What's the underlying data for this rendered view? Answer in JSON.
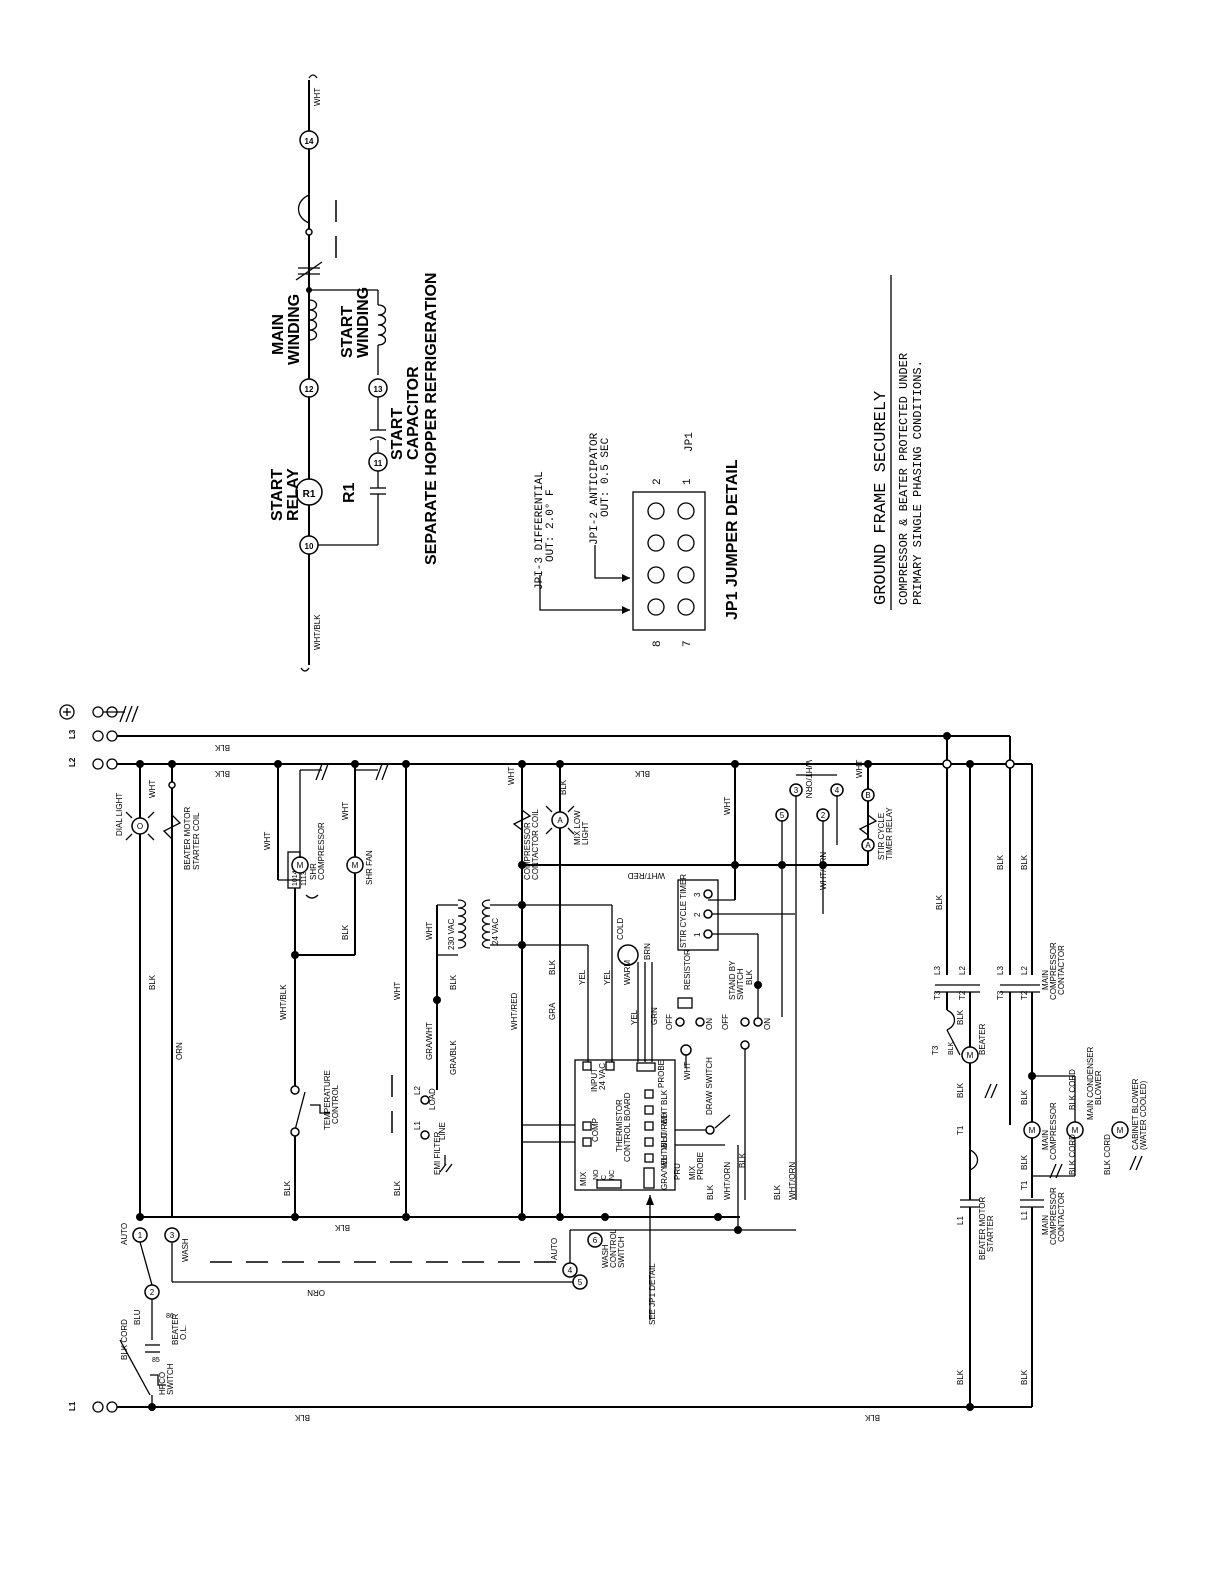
{
  "ground_notes": {
    "title": "GROUND FRAME SECURELY",
    "line1": "COMPRESSOR & BEATER PROTECTED UNDER",
    "line2": "PRIMARY SINGLE PHASING CONDITIONS."
  },
  "hopper": {
    "main_winding": [
      "MAIN",
      "WINDING"
    ],
    "start_winding": [
      "START",
      "WINDING"
    ],
    "start_relay": [
      "START",
      "RELAY"
    ],
    "start_capacitor": [
      "START",
      "CAPACITOR"
    ],
    "caption": "SEPARATE HOPPER REFRIGERATION",
    "relay_symbol": "R1",
    "relay_contact": "R1",
    "terminals": [
      "10",
      "11",
      "12",
      "13",
      "14"
    ],
    "wire_left": "WHT/BLK",
    "wire_right": "WHT"
  },
  "jumper": {
    "caption": "JP1 JUMPER DETAIL",
    "jp1_label": "JP1",
    "jp3_line1": "JPI-3 DIFFERENTIAL",
    "jp3_line2": "OUT: 2.0° F",
    "jp2_line1": "JPI-2 ANTICIPATOR",
    "jp2_line2": "OUT: 0.5 SEC",
    "pins_top": [
      "8",
      "2"
    ],
    "pins_bottom": [
      "7",
      "1"
    ]
  },
  "lines": {
    "ground": "⏚",
    "l3": "L3",
    "l2": "L2",
    "l1": "L1"
  },
  "wire_labels": {
    "blk": "BLK",
    "wht": "WHT",
    "orn": "ORN",
    "wht_blk": "WHT/BLK",
    "wht_red": "WHT/RED",
    "wht_orn": "WHT/ORN",
    "wht_orn2": "WHT/ORN",
    "gra": "GRA",
    "yel": "YEL",
    "grn": "GRN",
    "warm": "WARM",
    "brn": "BRN",
    "cold": "COLD",
    "gra_wht": "GRA/WHT",
    "gra_blk": "GRA/BLK",
    "blu": "BLU",
    "blk_cord": "BLK CORD",
    "wht_blu": "WHT/BLU",
    "gra_yel": "GRA/YEL"
  },
  "components": {
    "dial_light": "DIAL LIGHT",
    "beater_motor_starter_coil": [
      "BEATER MOTOR",
      "STARTER COIL"
    ],
    "shr_compressor": [
      "SHR",
      "COMPRESSOR"
    ],
    "shr_fan": "SHR FAN",
    "compressor_contactor_coil": [
      "COMPRESSOR",
      "CONTACTOR COIL"
    ],
    "mix_low_light": [
      "MIX LOW",
      "LIGHT"
    ],
    "stir_cycle_timer_relay": [
      "STIR CYCLE",
      "TIMER RELAY"
    ],
    "stir_cycle_timer": "STIR CYCLE TIMER",
    "temperature_control": [
      "TEMPERATURE",
      "CONTROL"
    ],
    "emi_filter": "EMI FILTER",
    "line": "LINE",
    "load": "LOAD",
    "vac230": "230 VAC",
    "vac24": "24 VAC",
    "input": [
      "INPUT",
      "24 VAC"
    ],
    "probe": "PROBE",
    "thermistor_board": [
      "THERMISTOR",
      "CONTROL BOARD"
    ],
    "comp": "COMP",
    "mix": "MIX",
    "no": "NO",
    "c": "C",
    "nc": "NC",
    "pru": "PRU",
    "mix_probe": [
      "MIX",
      "PROBE"
    ],
    "draw_switch": "DRAW SWITCH",
    "resistor": "RESISTOR",
    "stand_by_switch": [
      "STAND BY",
      "SWITCH"
    ],
    "off": "OFF",
    "on": "ON",
    "off2": "OFF",
    "on2": "ON",
    "wash_control_switch": [
      "WASH",
      "CONTROL",
      "SWITCH"
    ],
    "auto": "AUTO",
    "wash": "WASH",
    "auto2": "AUTO",
    "see_jp1": "SEE JP1 DETAIL",
    "beater_ol": [
      "BEATER",
      "O.L."
    ],
    "hpco_switch": [
      "HPCO",
      "SWITCH"
    ],
    "beater": "BEATER",
    "beater_motor_starter": [
      "BEATER MOTOR",
      "STARTER"
    ],
    "main_compressor": [
      "MAIN",
      "COMPRESSOR"
    ],
    "main_compressor_contactor": [
      "MAIN",
      "COMPRESSOR",
      "CONTACTOR"
    ],
    "main_compressor_contactor2": [
      "MAIN",
      "COMPRESSOR",
      "CONTACTOR"
    ],
    "main_condenser_blower": [
      "MAIN CONDENSER",
      "BLOWER"
    ],
    "cabinet_blower": [
      "CABINET BLOWER",
      "(WATER COOLED)"
    ],
    "cord1": "BLK CORD",
    "cord2": "BLK CORD",
    "cord3": "BLK CORD",
    "cord4": "BLK CORD",
    "t1": "T1",
    "t2": "T2",
    "t3": "T3",
    "l1c": "L1",
    "l2c": "L2",
    "l3c": "L3",
    "t1b": "T1",
    "t2b": "T2",
    "t3b": "T3",
    "l1b": "L1",
    "l2b": "L2",
    "l3b": "L3",
    "num_1014": "1014",
    "num_1113": "1113",
    "term_85": "85",
    "term_86": "86",
    "m": "M",
    "a": "A",
    "b": "B",
    "o": "O",
    "circ_nums": [
      "1",
      "2",
      "3",
      "4",
      "5",
      "6"
    ]
  }
}
